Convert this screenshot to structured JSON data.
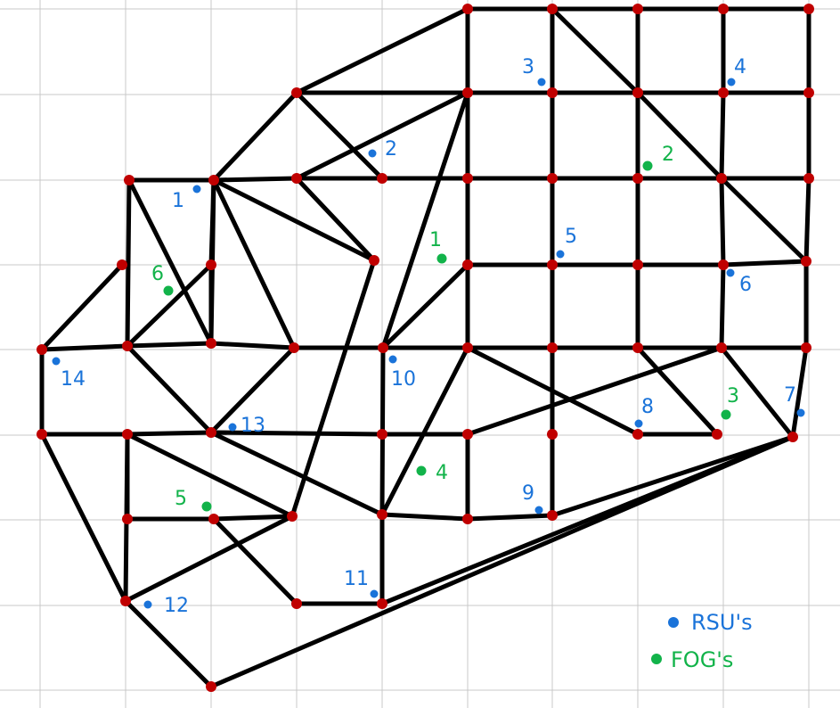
{
  "colors": {
    "road": "#000000",
    "junction": "#c00000",
    "rsu": "#1a73d9",
    "fog": "#12b34a",
    "grid": "#c8c8c8"
  },
  "legend": {
    "rsu_label": "RSU's",
    "fog_label": "FOG's"
  },
  "rsus": [
    {
      "label": "1"
    },
    {
      "label": "2"
    },
    {
      "label": "3"
    },
    {
      "label": "4"
    },
    {
      "label": "5"
    },
    {
      "label": "6"
    },
    {
      "label": "7"
    },
    {
      "label": "8"
    },
    {
      "label": "9"
    },
    {
      "label": "10"
    },
    {
      "label": "11"
    },
    {
      "label": "12"
    },
    {
      "label": "13"
    },
    {
      "label": "14"
    }
  ],
  "fogs": [
    {
      "label": "1"
    },
    {
      "label": "2"
    },
    {
      "label": "3"
    },
    {
      "label": "4"
    },
    {
      "label": "5"
    },
    {
      "label": "6"
    }
  ]
}
